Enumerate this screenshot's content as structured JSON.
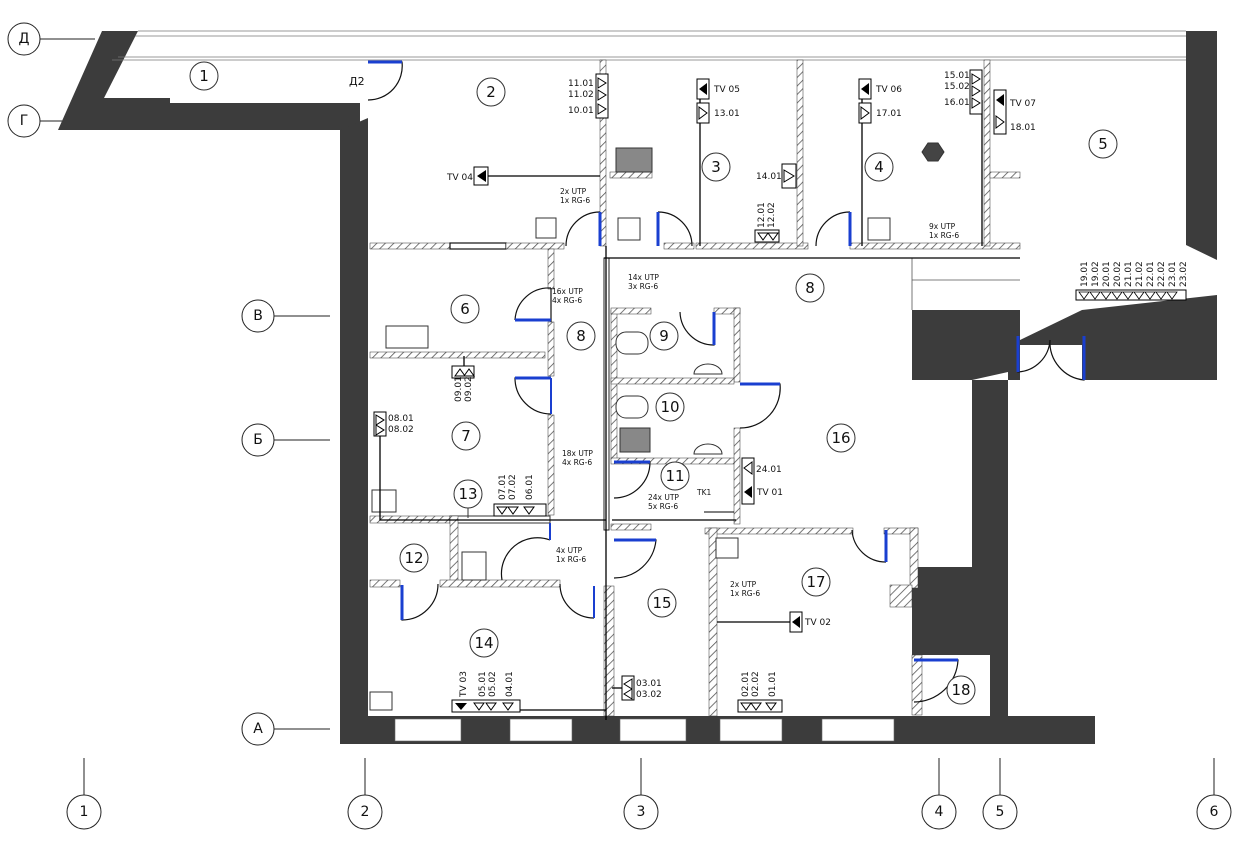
{
  "axes": {
    "columns": [
      "1",
      "2",
      "3",
      "4",
      "5",
      "6"
    ],
    "rows": [
      "Д",
      "Г",
      "В",
      "Б",
      "А"
    ]
  },
  "door_tag": "Д2",
  "rooms": [
    "1",
    "2",
    "3",
    "4",
    "5",
    "6",
    "7",
    "8",
    "8",
    "9",
    "10",
    "11",
    "12",
    "13",
    "14",
    "15",
    "16",
    "17",
    "18"
  ],
  "tv_labels": [
    "TV 04",
    "TV 05",
    "TV 06",
    "TV 07",
    "TV 01",
    "TV 02",
    "TV 03"
  ],
  "ports": {
    "p11": [
      "11.01",
      "11.02"
    ],
    "p10": [
      "10.01"
    ],
    "p13": [
      "13.01"
    ],
    "p14": [
      "14.01"
    ],
    "p12": [
      "12.01",
      "12.02"
    ],
    "p17": [
      "17.01"
    ],
    "p15": [
      "15.01",
      "15.02"
    ],
    "p16": [
      "16.01"
    ],
    "p18": [
      "18.01"
    ],
    "p08": [
      "08.01",
      "08.02"
    ],
    "p09": [
      "09.01",
      "09.02"
    ],
    "p07": [
      "07.01",
      "07.02",
      "06.01"
    ],
    "p24": [
      "24.01"
    ],
    "p03": [
      "03.01",
      "03.02"
    ],
    "p05": [
      "05.01",
      "05.02",
      "04.01"
    ],
    "p02": [
      "02.01",
      "02.02",
      "01.01"
    ],
    "rack": [
      "19.01",
      "19.02",
      "20.01",
      "20.02",
      "21.01",
      "21.02",
      "22.01",
      "22.02",
      "23.01",
      "23.02"
    ]
  },
  "cables": {
    "c1": [
      "2x UTP",
      "1x RG-6"
    ],
    "c2": [
      "9x UTP",
      "1x RG-6"
    ],
    "c3": [
      "14x UTP",
      "3x RG-6"
    ],
    "c4": [
      "16x UTP",
      "4x RG-6"
    ],
    "c5": [
      "18x UTP",
      "4x RG-6"
    ],
    "c6": [
      "24x UTP",
      "5x RG-6"
    ],
    "c7": [
      "4x UTP",
      "1x RG-6"
    ],
    "c8": [
      "2x UTP",
      "1x RG-6"
    ]
  },
  "tk_label": "TK1"
}
